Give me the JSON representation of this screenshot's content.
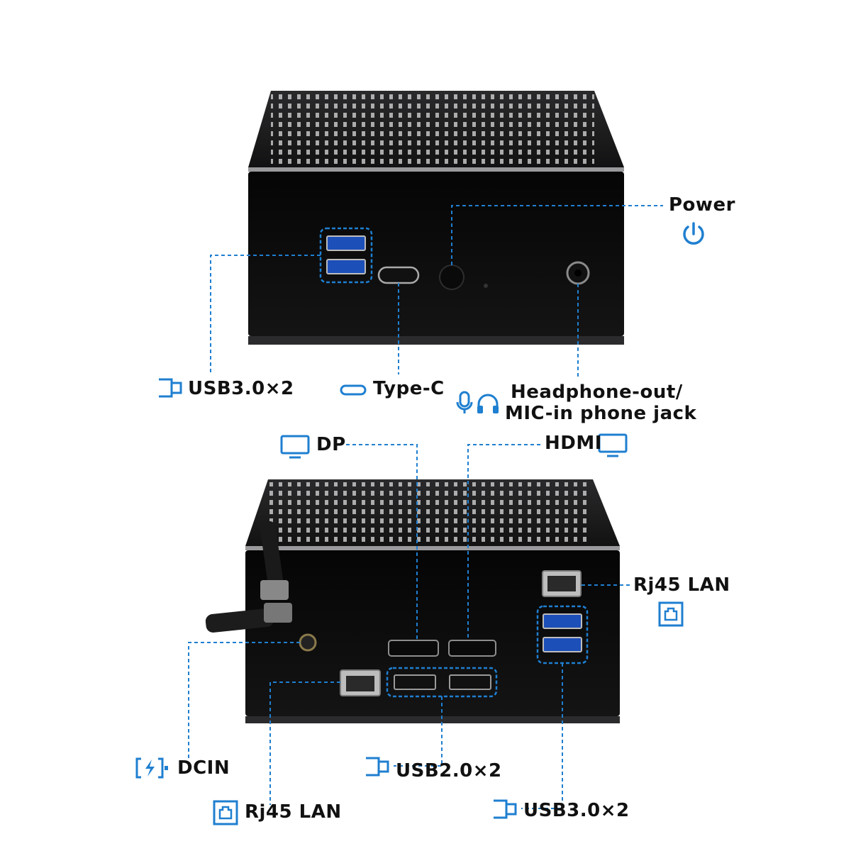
{
  "accent_color": "#1f7fd0",
  "case_color": "#0c0c0d",
  "front": {
    "power_label": "Power",
    "power_icon": "power-icon",
    "usb3_label": "USB3.0×2",
    "usb_icon": "usb-port-icon",
    "typec_label": "Type-C",
    "typec_icon": "type-c-icon",
    "audio_label_line1": "Headphone-out/",
    "audio_label_line2": "MIC-in phone jack",
    "audio_icons": [
      "microphone-icon",
      "headphones-icon"
    ]
  },
  "rear": {
    "dp_label": "DP",
    "hdmi_label": "HDMI",
    "monitor_icon": "monitor-icon",
    "rj45_right_label": "Rj45 LAN",
    "rj45_left_label": "Rj45 LAN",
    "lan_icon": "lan-port-icon",
    "dcin_label": "DCIN",
    "dcin_icon": "power-plug-icon",
    "usb2_label": "USB2.0×2",
    "usb3_label": "USB3.0×2"
  }
}
